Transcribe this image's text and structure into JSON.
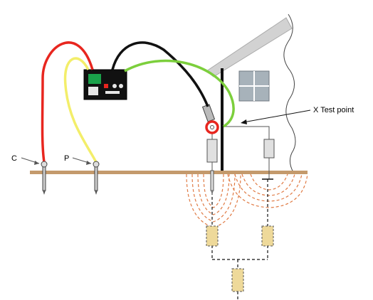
{
  "labels": {
    "c": "C",
    "p": "P",
    "test_point": "X Test point"
  },
  "colors": {
    "ground": "#c49a6c",
    "red_lead": "#e8261f",
    "yellow_lead": "#f3ee6a",
    "black_lead": "#111111",
    "green_lead": "#7ccf3c",
    "house": "#c8c8c8",
    "resistor_underground": "#eed99a",
    "current_lines": "#e07b45"
  }
}
